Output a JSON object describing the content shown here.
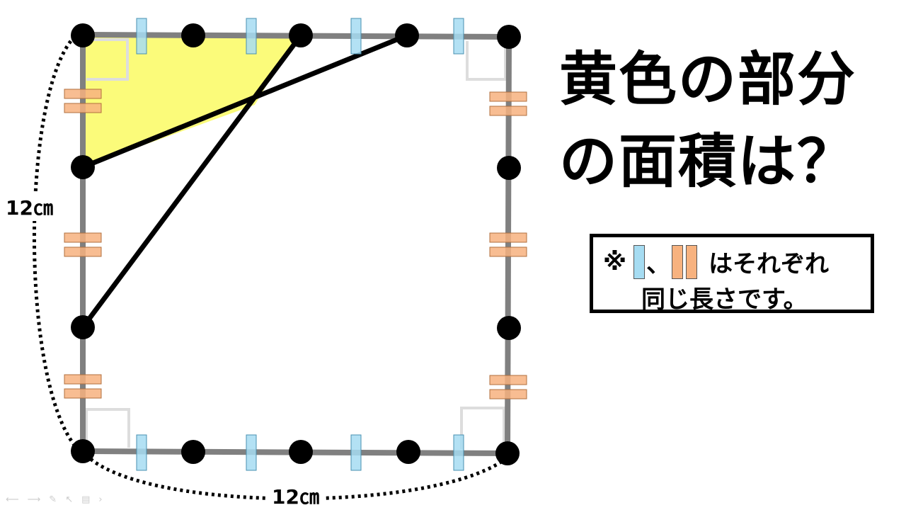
{
  "title": {
    "line1": "黄色の部分",
    "line2": "の面積は？"
  },
  "note": {
    "mark": "※",
    "comma": "、",
    "text1": "はそれぞれ",
    "text2": "同じ長さです。"
  },
  "labels": {
    "left_length": "12㎝",
    "bottom_length": "12㎝"
  },
  "colors": {
    "yellow": "#fbfb7a",
    "blue_tick": "#a6dcf2",
    "orange_tick": "#f7b27f",
    "square": "#808080"
  },
  "controls": [
    "prev-arrow",
    "next-arrow",
    "pen",
    "pointer",
    "slides",
    "more"
  ]
}
